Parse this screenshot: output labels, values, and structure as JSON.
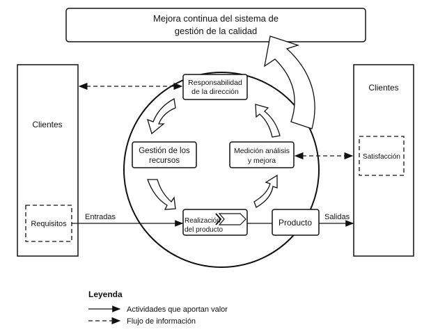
{
  "top_box": {
    "line1": "Mejora continua del sistema de",
    "line2": "gestión de la calidad"
  },
  "left_clients": {
    "label": "Clientes",
    "requirements": "Requisitos"
  },
  "right_clients": {
    "label": "Clientes",
    "satisfaction": "Satisfacción"
  },
  "processes": {
    "management": {
      "line1": "Responsabilidad",
      "line2": "de la dirección"
    },
    "resources": {
      "line1": "Gestión de los",
      "line2": "recursos"
    },
    "measurement": {
      "line1": "Medición análisis",
      "line2": "y mejora"
    },
    "realization": {
      "line1": "Realización",
      "line2": "del producto"
    }
  },
  "product": "Producto",
  "inputs_label": "Entradas",
  "outputs_label": "Salidas",
  "legend": {
    "title": "Leyenda",
    "items": [
      {
        "style": "solid",
        "label": "Actividades que aportan valor"
      },
      {
        "style": "dashed",
        "label": "Flujo de información"
      }
    ]
  }
}
